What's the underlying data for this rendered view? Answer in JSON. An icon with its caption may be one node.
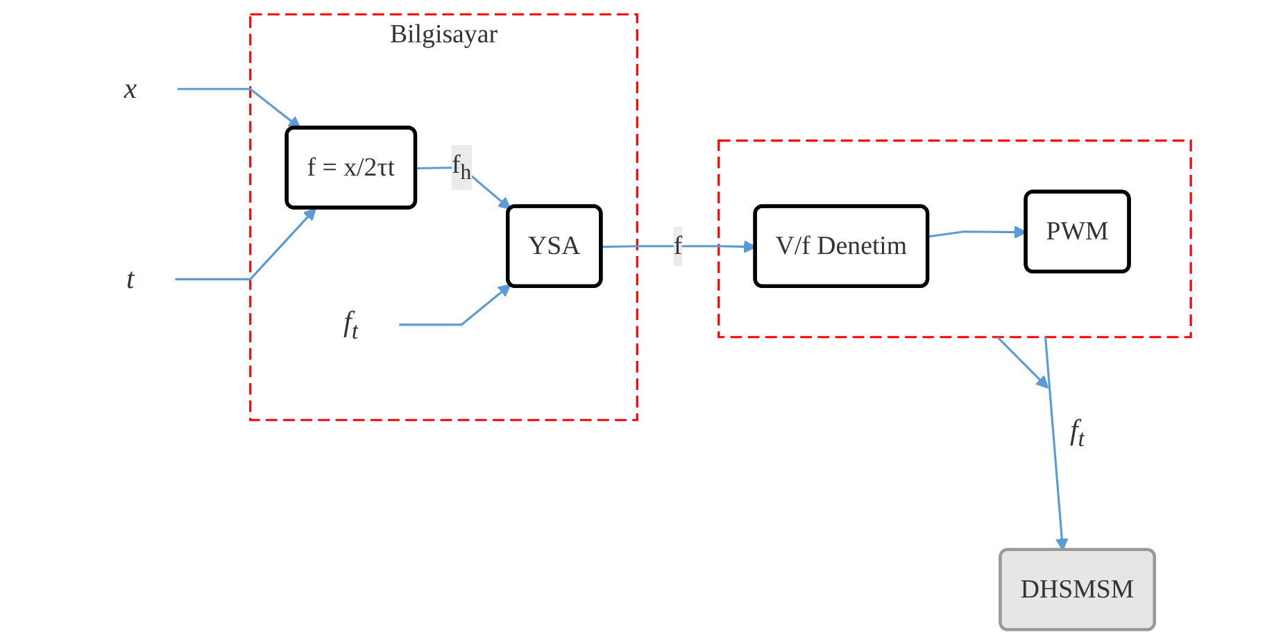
{
  "diagram": {
    "nodes": [
      {
        "text": [
          "Bilgisayar"
        ]
      },
      {
        "text": [
          "f = x/2τt"
        ],
        "in": 0
      },
      {
        "text": [
          "YSA"
        ],
        "in": 0
      },
      {
        "text": [
          "x"
        ]
      },
      {
        "text": [
          "t"
        ]
      },
      {
        "text": [
          "f$_{t}$"
        ],
        "in": 0
      },
      {
        "text": [],
        "shape": "box"
      },
      {
        "text": [
          "V/f Denetim"
        ],
        "in": 6
      },
      {
        "text": [
          "PWM"
        ],
        "in": 6
      },
      {
        "text": [
          "f$_{t}$"
        ]
      },
      {
        "text": [
          "DHSMSM"
        ]
      }
    ],
    "edges": [
      {
        "from": 3,
        "to": 1,
        "arrow": "to"
      },
      {
        "from": 4,
        "to": 1,
        "arrow": "to"
      },
      {
        "from": 1,
        "to": 2,
        "label": "f$_{h}$",
        "arrow": "to"
      },
      {
        "from": 5,
        "to": 2,
        "arrow": "to"
      },
      {
        "from": 2,
        "to": 7,
        "label": "f",
        "arrow": "to"
      },
      {
        "from": 7,
        "to": 8,
        "arrow": "to"
      },
      {
        "from": 6,
        "to": 9,
        "arrow": "to"
      },
      {
        "from": 6,
        "to": 10,
        "arrow": "to"
      }
    ]
  }
}
